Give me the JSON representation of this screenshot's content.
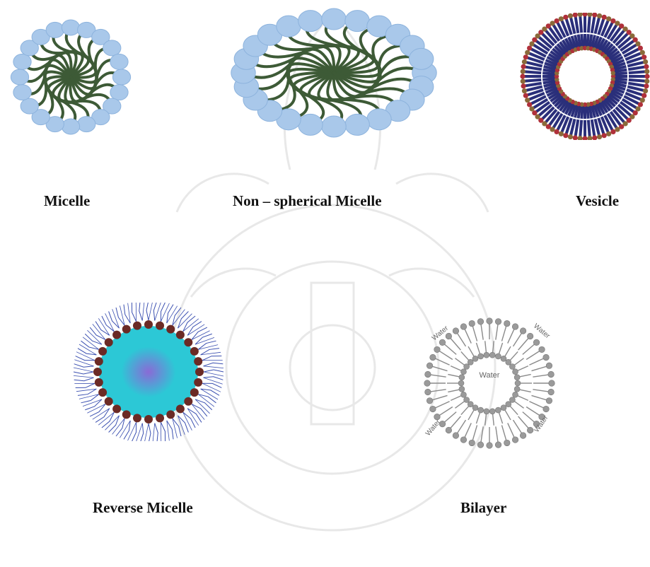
{
  "labels": {
    "micelle": "Micelle",
    "nonspherical": "Non – spherical Micelle",
    "vesicle": "Vesicle",
    "reverse": "Reverse Micelle",
    "bilayer": "Bilayer"
  },
  "bilayer_words": {
    "water_inner": "Water",
    "water_top_left": "Water",
    "water_top_right": "Water",
    "water_bottom_left": "Water",
    "water_bottom_right": "Water"
  },
  "colors": {
    "micelle_head": "#a9c8ea",
    "micelle_tail": "#3d5a36",
    "vesicle_tail": "#2a2f7a",
    "vesicle_head": "#8a6a3a",
    "vesicle_head_red": "#b0303a",
    "reverse_core": "#2cc8d6",
    "reverse_head": "#6b2a25",
    "reverse_tail": "#3a4fb0",
    "bilayer_gray": "#8a8a8a"
  }
}
